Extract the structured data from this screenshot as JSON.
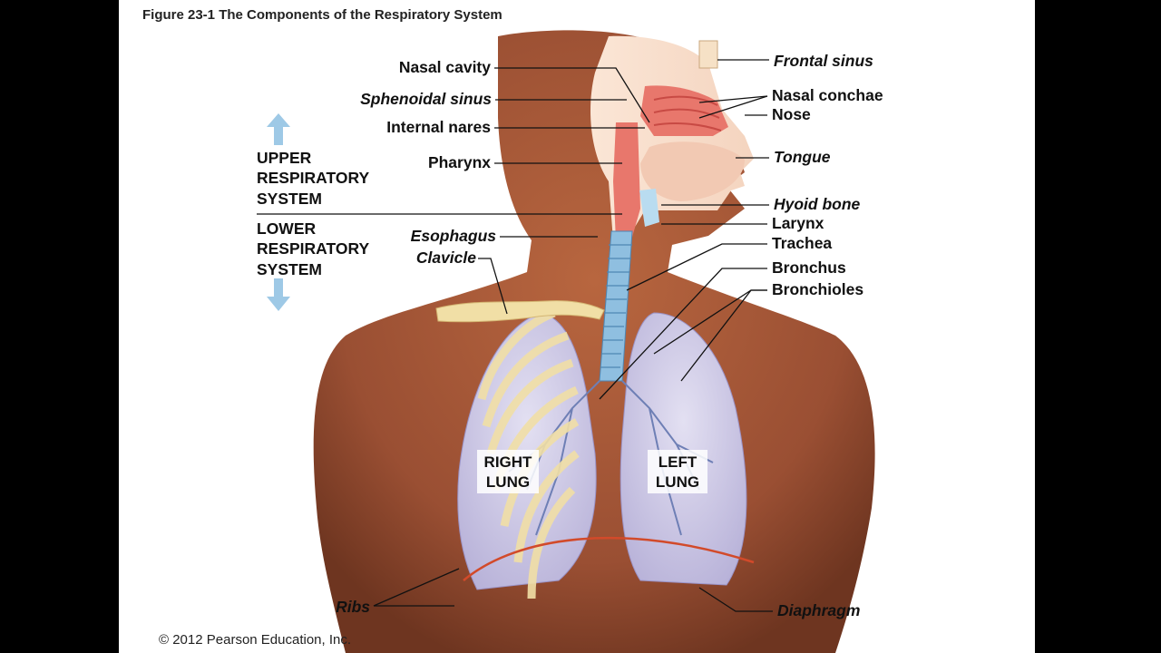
{
  "figure_title": "Figure 23-1  The Components of the Respiratory System",
  "copyright": "© 2012 Pearson Education, Inc.",
  "system_labels": {
    "upper": [
      "UPPER",
      "RESPIRATORY",
      "SYSTEM"
    ],
    "lower": [
      "LOWER",
      "RESPIRATORY",
      "SYSTEM"
    ]
  },
  "lung_labels": {
    "right": [
      "RIGHT",
      "LUNG"
    ],
    "left": [
      "LEFT",
      "LUNG"
    ]
  },
  "labels_left": {
    "nasal_cavity": "Nasal cavity",
    "sphenoidal_sinus": "Sphenoidal sinus",
    "internal_nares": "Internal nares",
    "pharynx": "Pharynx",
    "esophagus": "Esophagus",
    "clavicle": "Clavicle",
    "ribs": "Ribs"
  },
  "labels_right": {
    "frontal_sinus": "Frontal sinus",
    "nasal_conchae": "Nasal conchae",
    "nose": "Nose",
    "tongue": "Tongue",
    "hyoid_bone": "Hyoid bone",
    "larynx": "Larynx",
    "trachea": "Trachea",
    "bronchus": "Bronchus",
    "bronchioles": "Bronchioles",
    "diaphragm": "Diaphragm"
  },
  "colors": {
    "skin": "#a0563a",
    "skin_dark": "#7a3a22",
    "lung": "#cdc8e6",
    "trachea": "#8fbfe0",
    "nasal_tissue": "#e8776c",
    "rib": "#f1dfa6",
    "arrow": "#9ec9e6",
    "diaphragm": "#d24a2a"
  }
}
